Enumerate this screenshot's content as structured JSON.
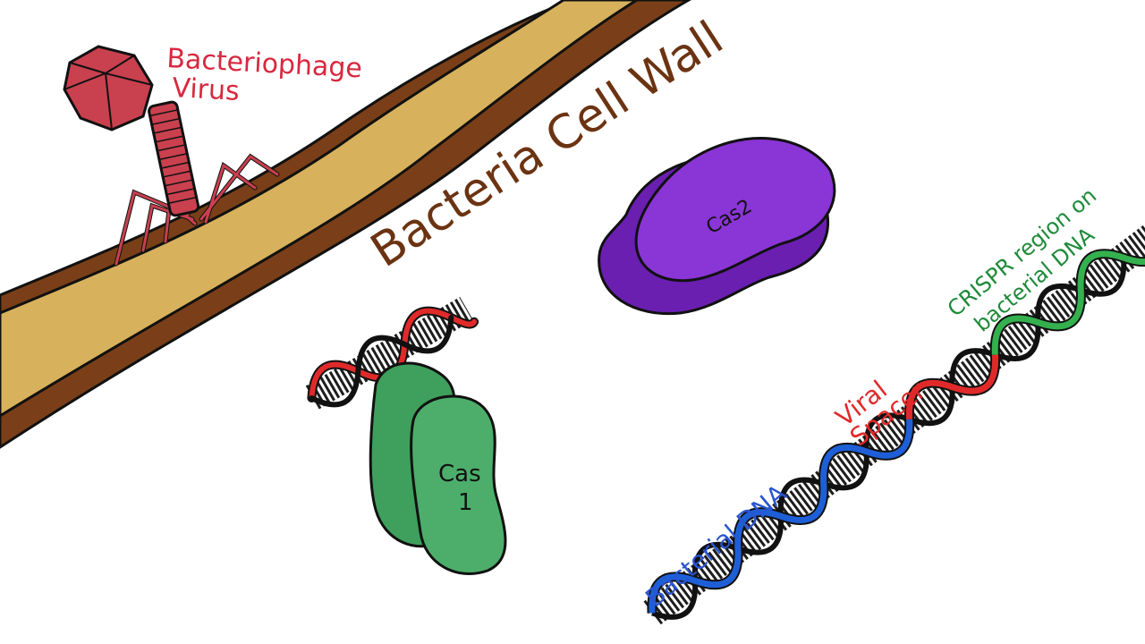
{
  "labels": {
    "phage_line1": "Bacteriophage",
    "phage_line2": "Virus",
    "cell_wall": "Bacteria Cell Wall",
    "cas2": "Cas2",
    "cas1_line1": "Cas",
    "cas1_line2": "1",
    "viral_line1": "Viral",
    "viral_line2": "Spacer",
    "crispr_line1": "CRISPR region on",
    "crispr_line2": "bacterial DNA",
    "bacterial_dna": "Bacterial DNA"
  },
  "colors": {
    "phage": "#c9404f",
    "phage_label": "#d8283f",
    "wall_inner": "#d8b15c",
    "wall_outer": "#7a3f18",
    "wall_label": "#6b3312",
    "cas1": "#4cae6a",
    "cas2": "#7c2cc0",
    "viral_dna": "#e02a2a",
    "crispr_dna": "#34b04e",
    "bacterial_dna": "#1e5fd8",
    "crispr_label": "#1f8a3a",
    "bacterial_label": "#2a55d0"
  },
  "icons": {
    "phage": "bacteriophage-icon",
    "dna": "dna-helix-icon",
    "protein": "protein-blob-icon"
  }
}
